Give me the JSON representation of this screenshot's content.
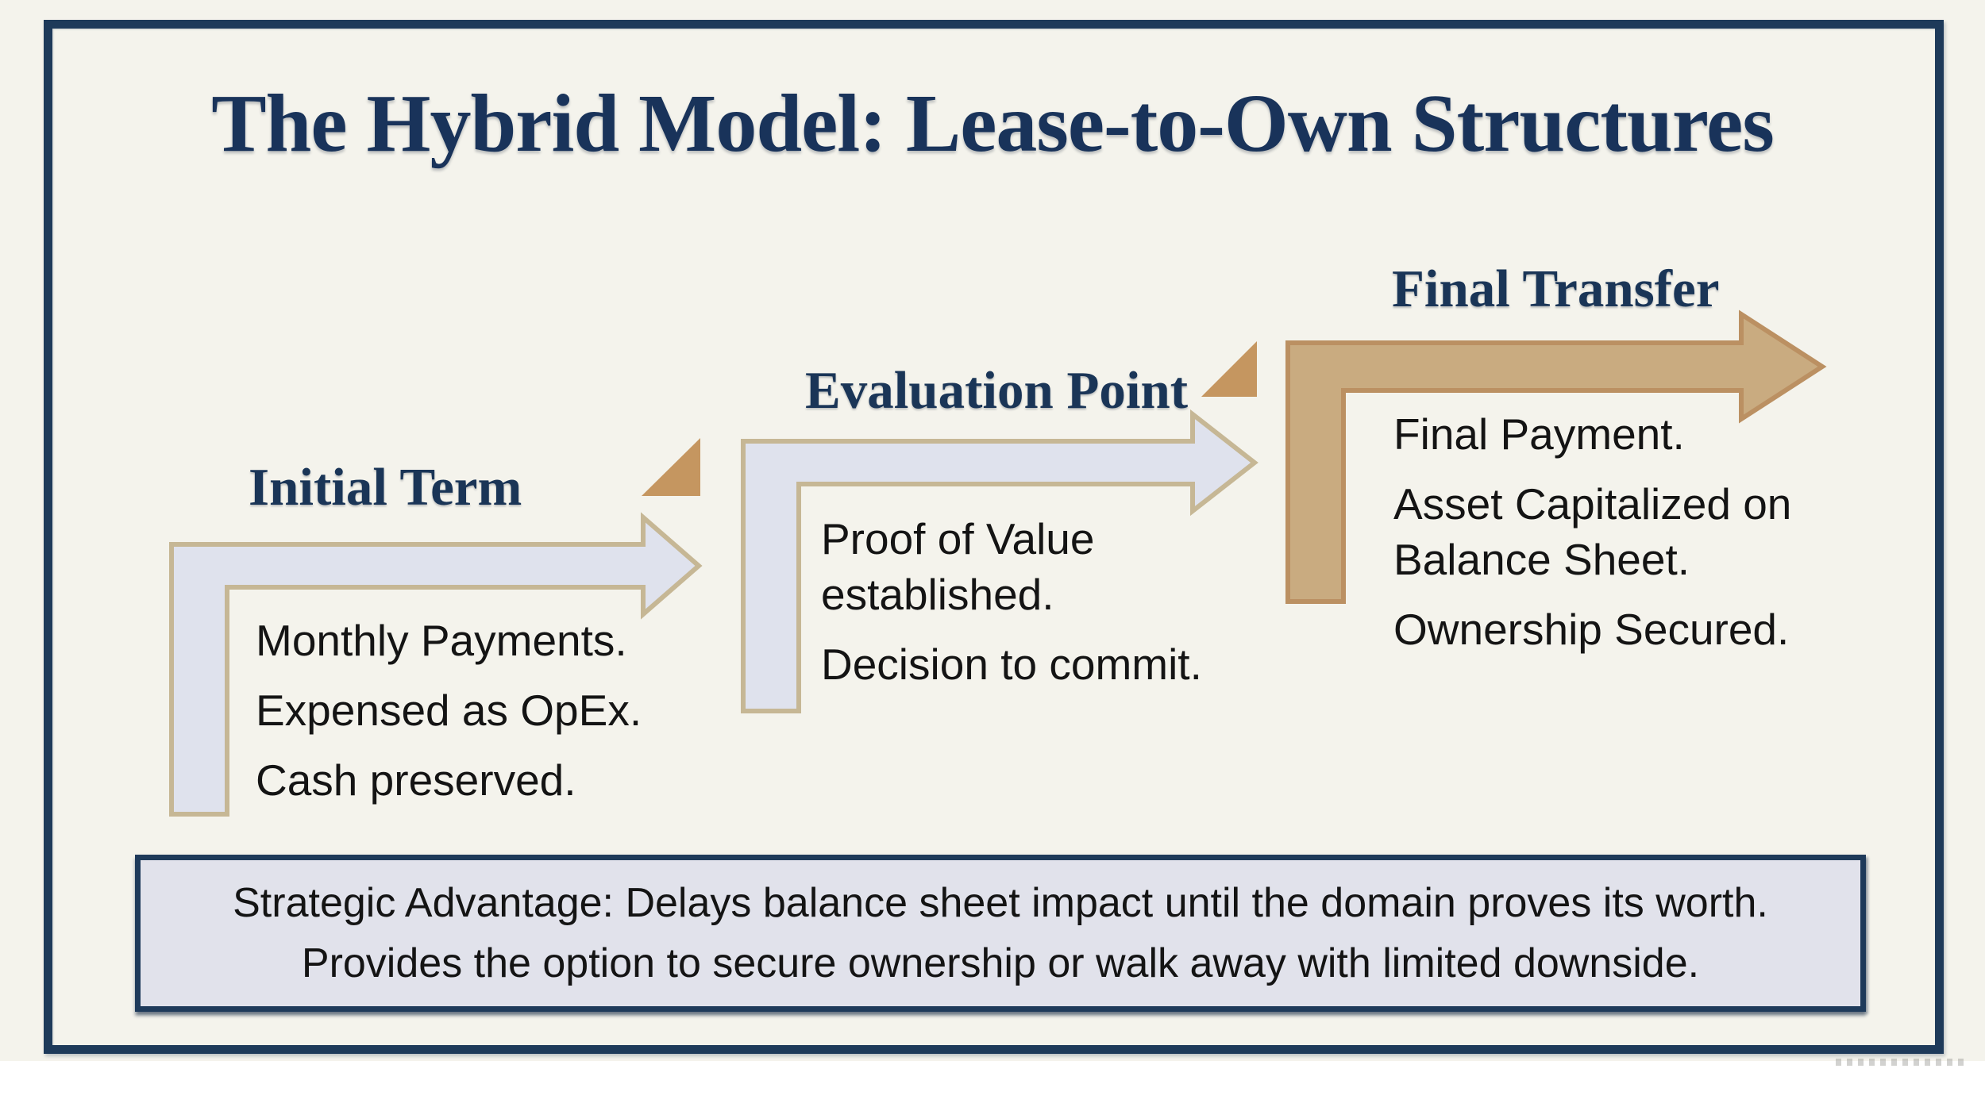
{
  "slide": {
    "title": "The Hybrid Model: Lease-to-Own Structures",
    "steps": [
      {
        "title": "Initial Term",
        "lines": [
          "Monthly Payments.",
          "Expensed as OpEx.",
          "Cash preserved."
        ]
      },
      {
        "title": "Evaluation Point",
        "lines": [
          "Proof of Value established.",
          "Decision to commit."
        ]
      },
      {
        "title": "Final Transfer",
        "lines": [
          "Final Payment.",
          "Asset Capitalized on Balance Sheet.",
          "Ownership Secured."
        ]
      }
    ],
    "callout": {
      "line1": "Strategic Advantage: Delays balance sheet impact until the domain proves its worth.",
      "line2": "Provides the option to secure ownership or walk away with limited downside."
    },
    "palette": {
      "slide_background": "#f4f3ec",
      "frame_navy": "#1e3a5a",
      "heading_navy": "#1a3557",
      "body_text": "#141414",
      "arrow_gray_fill": "#dfe2ed",
      "arrow_outline_tan": "#c6b795",
      "arrow_gold_fill": "#c9ab80",
      "arrow_gold_outline": "#bb9062",
      "triangle_gold": "#c59660",
      "callout_fill": "#e1e2eb"
    }
  }
}
